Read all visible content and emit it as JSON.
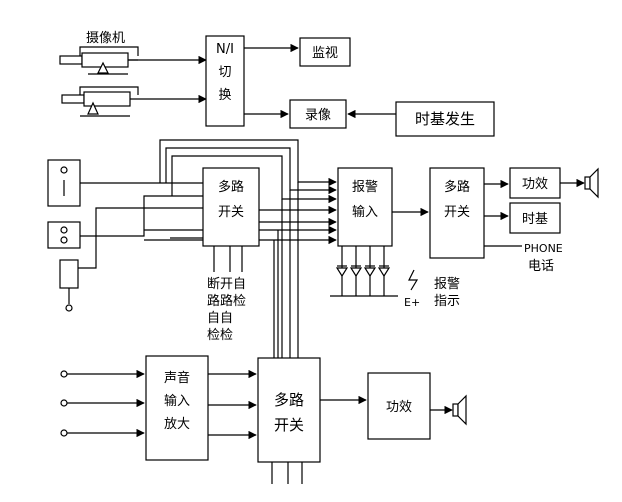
{
  "camera": {
    "label": "摄像机"
  },
  "ni_switch": {
    "line1": "N/I",
    "line2": "切",
    "line3": "换"
  },
  "monitor": {
    "label": "监视"
  },
  "recorder": {
    "label": "录像"
  },
  "time_base_generator": {
    "label": "时基发生"
  },
  "mux_left": {
    "line1": "多路",
    "line2": "开关"
  },
  "alarm_input": {
    "line1": "报警",
    "line2": "输入"
  },
  "mux_right": {
    "line1": "多路",
    "line2": "开关"
  },
  "amp_top": {
    "label": "功效"
  },
  "time_base": {
    "label": "时基"
  },
  "phone": {
    "line1": "PHONE",
    "line2": "电话"
  },
  "mux_left_notes": {
    "row1": "断开自",
    "row2": "路路检",
    "row3": "自自",
    "row4": "检检"
  },
  "alarm_indicator": {
    "line1": "报警",
    "line2": "指示",
    "supply": "E+"
  },
  "audio_input": {
    "line1": "声音",
    "line2": "输入",
    "line3": "放大"
  },
  "mux_bottom": {
    "line1": "多路",
    "line2": "开关"
  },
  "amp_bottom": {
    "label": "功效"
  }
}
